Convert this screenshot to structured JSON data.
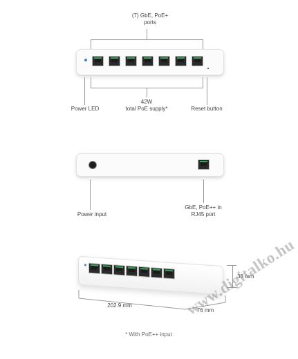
{
  "front_view": {
    "ports_label": "(7) GbE, PoE+\nports",
    "power_led_label": "Power LED",
    "poe_supply_label": "42W\ntotal PoE supply*",
    "reset_label": "Reset button"
  },
  "back_view": {
    "power_input_label": "Power input",
    "rj45_label": "GbE, PoE++ in\nRJ45 port"
  },
  "angled_view": {
    "height_label": "33 mm",
    "width_label": "202.9 mm",
    "depth_label": "76 mm"
  },
  "footnote": "* With PoE++ input",
  "watermark": "www.digitalko.hu",
  "colors": {
    "led": "#3b7fd1",
    "port_led": "#3aa55a",
    "device_body": "#fbfbfb"
  }
}
